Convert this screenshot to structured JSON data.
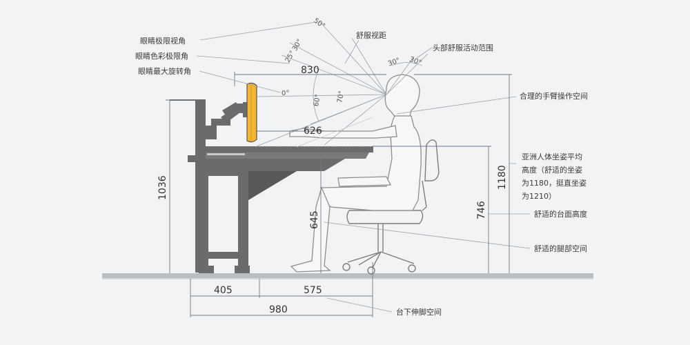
{
  "labels": {
    "eye_limit_view_angle": "眼睛极限视角",
    "eye_color_limit_angle": "眼睛色彩极限角",
    "eye_max_rotation_angle": "眼睛最大旋转角",
    "comfort_view_distance": "舒服视距",
    "head_comfort_range": "头部舒服活动范围",
    "arm_operation_space": "合理的手臂操作空间",
    "asian_sitting_height_1": "亚洲人体坐姿平均",
    "asian_sitting_height_2": "高度（舒适的坐姿",
    "asian_sitting_height_3": "为1180，挺直坐姿",
    "asian_sitting_height_4": "为1210）",
    "comfort_desk_height": "舒适的台面高度",
    "comfort_leg_space": "舒适的腿部空间",
    "under_desk_foot_space": "台下伸脚空间"
  },
  "dimensions": {
    "desk_height": "1036",
    "sitting_height": "1180",
    "table_height": "746",
    "leg_height": "645",
    "view_distance": "830",
    "arm_reach": "626",
    "depth_left": "405",
    "depth_right": "575",
    "depth_total": "980"
  },
  "angles": {
    "a50": "50°",
    "a30": "30°",
    "a25": "25°",
    "a0": "0°",
    "a60": "60°",
    "a70": "70°",
    "head_left": "30°",
    "head_right": "30°"
  },
  "colors": {
    "monitor": "#f2b632",
    "desk_structure": "#6b6b6b",
    "human_outline": "#8d8d8d"
  }
}
